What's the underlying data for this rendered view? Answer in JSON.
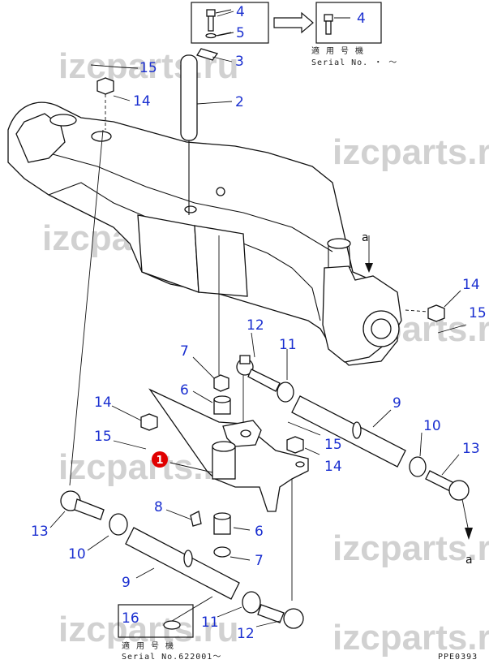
{
  "diagram": {
    "highlighted_callout": "1",
    "highlight_color": "#e00000",
    "callout_color": "#1a2fd0",
    "callouts": [
      {
        "id": "c4a",
        "label": "4"
      },
      {
        "id": "c5",
        "label": "5"
      },
      {
        "id": "c4b",
        "label": "4"
      },
      {
        "id": "c3",
        "label": "3"
      },
      {
        "id": "c15a",
        "label": "15"
      },
      {
        "id": "c14a",
        "label": "14"
      },
      {
        "id": "c2",
        "label": "2"
      },
      {
        "id": "c14b",
        "label": "14"
      },
      {
        "id": "c15b",
        "label": "15"
      },
      {
        "id": "c12a",
        "label": "12"
      },
      {
        "id": "c11a",
        "label": "11"
      },
      {
        "id": "c7a",
        "label": "7"
      },
      {
        "id": "c6a",
        "label": "6"
      },
      {
        "id": "c14c",
        "label": "14"
      },
      {
        "id": "c9a",
        "label": "9"
      },
      {
        "id": "c10a",
        "label": "10"
      },
      {
        "id": "c15c",
        "label": "15"
      },
      {
        "id": "c15d",
        "label": "15"
      },
      {
        "id": "c13a",
        "label": "13"
      },
      {
        "id": "c14d",
        "label": "14"
      },
      {
        "id": "c8",
        "label": "8"
      },
      {
        "id": "c6b",
        "label": "6"
      },
      {
        "id": "c13b",
        "label": "13"
      },
      {
        "id": "c7b",
        "label": "7"
      },
      {
        "id": "c10b",
        "label": "10"
      },
      {
        "id": "c9b",
        "label": "9"
      },
      {
        "id": "c16",
        "label": "16"
      },
      {
        "id": "c11b",
        "label": "11"
      },
      {
        "id": "c12b",
        "label": "12"
      }
    ],
    "reference_marks": [
      "a",
      "a"
    ],
    "serial_notes": {
      "top_line1": "適 用 号 機",
      "top_line2": "Serial No.   ・ ～",
      "bottom_line1": "適 用 号 機",
      "bottom_line2": "Serial No.622001～"
    },
    "figure_code": "PPE0393",
    "watermark": "izcparts.ru"
  }
}
